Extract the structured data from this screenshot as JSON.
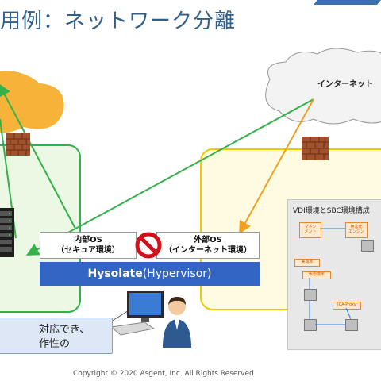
{
  "slide": {
    "title": "用例：ネットワーク分離",
    "copyright": "Copyright © 2020  Asgent, Inc.  All Rights Reserved"
  },
  "cloud": {
    "label": "インターネット"
  },
  "left_cloud": {
    "label": ""
  },
  "inner_os": {
    "line1": "内部OS",
    "line2": "（セキュア環境）"
  },
  "outer_os": {
    "line1": "外部OS",
    "line2": "（インターネット環境）"
  },
  "hypervisor": {
    "name": "Hysolate",
    "detail": "(Hypervisor)"
  },
  "speech": {
    "line1": "対応でき、",
    "line2": "作性の"
  },
  "vdi": {
    "title": "VDI環境とSBC環境構成",
    "box1": "マネジ\nメント",
    "box2": "無害化\nエンジン",
    "box3": "仮想端末",
    "box4": "ICA-Proxy",
    "box5": "実端末"
  },
  "icons": {
    "firewall": "brick-firewall-icon",
    "no_entry": "no-entry-icon",
    "user": "user-person-icon",
    "computer": "desktop-computer-icon",
    "server": "server-rack-icon"
  },
  "colors": {
    "title": "#2f5f8a",
    "green_zone": "#2fb34a",
    "yellow_zone": "#f2c900",
    "hypervisor_bar": "#3366c4",
    "green_arrow": "#35b04a",
    "orange_arrow": "#f0a020",
    "no_entry": "#d0101a"
  }
}
